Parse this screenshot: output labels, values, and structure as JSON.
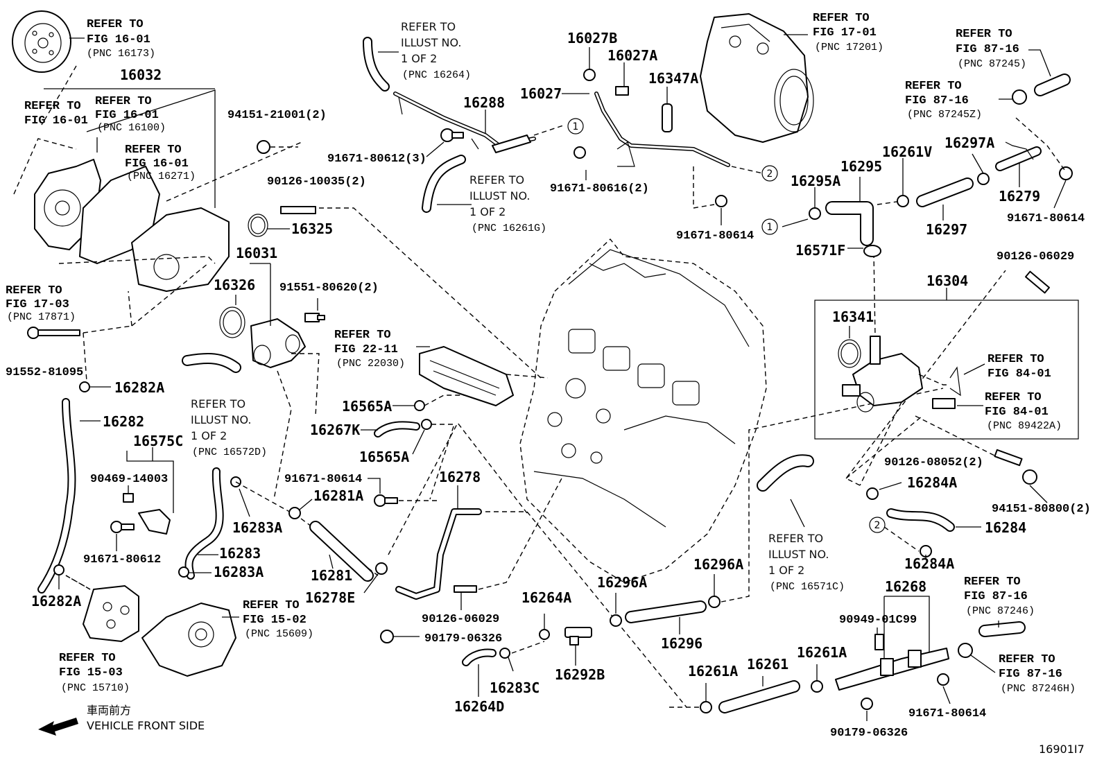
{
  "part_numbers": {
    "p16032": "16032",
    "p16031": "16031",
    "p16326": "16326",
    "p16325": "16325",
    "p16027B": "16027B",
    "p16027A": "16027A",
    "p16027": "16027",
    "p16347A": "16347A",
    "p16288": "16288",
    "p16295A": "16295A",
    "p16295": "16295",
    "p16261V": "16261V",
    "p16297A": "16297A",
    "p16297": "16297",
    "p16279": "16279",
    "p16571F": "16571F",
    "p16304": "16304",
    "p16341": "16341",
    "p16282A_top": "16282A",
    "p16282": "16282",
    "p16282A_bottom": "16282A",
    "p16575C": "16575C",
    "p16565A_top": "16565A",
    "p16267K": "16267K",
    "p16565A_bottom": "16565A",
    "p16278": "16278",
    "p16281A": "16281A",
    "p16281": "16281",
    "p16278E": "16278E",
    "p16283A_top": "16283A",
    "p16283": "16283",
    "p16283A_bottom": "16283A",
    "p16284A_top": "16284A",
    "p16284": "16284",
    "p16284A_bottom": "16284A",
    "p16296A_left": "16296A",
    "p16296A_right": "16296A",
    "p16296": "16296",
    "p16264A": "16264A",
    "p16292B": "16292B",
    "p16264D": "16264D",
    "p16283C": "16283C",
    "p16268": "16268",
    "p16261A_left": "16261A",
    "p16261": "16261",
    "p16261A_right": "16261A"
  },
  "fasteners": {
    "f94151_21001": "94151-21001(2)",
    "f90126_10035": "90126-10035(2)",
    "f91671_80612_3": "91671-80612(3)",
    "f91671_80616_2": "91671-80616(2)",
    "f91671_80614_mid": "91671-80614",
    "f91671_80614_right": "91671-80614",
    "f90126_06029_right": "90126-06029",
    "f91551_80620": "91551-80620(2)",
    "f91552_81095": "91552-81095",
    "f90469_14003": "90469-14003",
    "f91671_80612": "91671-80612",
    "f91671_80614_center": "91671-80614",
    "f90126_08052": "90126-08052(2)",
    "f94151_80800": "94151-80800(2)",
    "f90126_06029_center": "90126-06029",
    "f90179_06326_center": "90179-06326",
    "f90949_01C99": "90949-01C99",
    "f91671_80614_bottom": "91671-80614",
    "f90179_06326_bottom": "90179-06326"
  },
  "refer_labels": {
    "r1_l1": "REFER TO",
    "r1_l2": "FIG 16-01",
    "r1_pnc": "(PNC 16173)",
    "r2_l1": "REFER TO",
    "r2_l2": "FIG 16-01",
    "r3_l1": "REFER TO",
    "r3_l2": "FIG 16-01",
    "r3_pnc": "(PNC 16100)",
    "r4_l1": "REFER TO",
    "r4_l2": "FIG 16-01",
    "r4_pnc": "(PNC 16271)",
    "r5_l1": "REFER TO",
    "r5_l2": "FIG 17-03",
    "r5_pnc": "(PNC 17871)",
    "r6_l1": "REFER TO",
    "r6_l2": "FIG 17-01",
    "r6_pnc": "(PNC 17201)",
    "r7_l1": "REFER TO",
    "r7_l2": "FIG 87-16",
    "r7_pnc": "(PNC 87245)",
    "r8_l1": "REFER TO",
    "r8_l2": "FIG 87-16",
    "r8_pnc": "(PNC 87245Z)",
    "r9_l1": "REFER TO",
    "r9_l2": "FIG 22-11",
    "r9_pnc": "(PNC 22030)",
    "r10_l1": "REFER TO",
    "r10_l2": "FIG 84-01",
    "r11_l1": "REFER TO",
    "r11_l2": "FIG 84-01",
    "r11_pnc": "(PNC 89422A)",
    "r12_l1": "REFER TO",
    "r12_l2": "FIG 15-02",
    "r12_pnc": "(PNC 15609)",
    "r13_l1": "REFER TO",
    "r13_l2": "FIG 15-03",
    "r13_pnc": "(PNC 15710)",
    "r14_l1": "REFER TO",
    "r14_l2": "FIG 87-16",
    "r14_pnc": "(PNC 87246)",
    "r15_l1": "REFER TO",
    "r15_l2": "FIG 87-16",
    "r15_pnc": "(PNC 87246H)"
  },
  "illust_labels": {
    "i1_l1": "REFER TO",
    "i1_l2": "ILLUST NO.",
    "i1_l3": "1 OF 2",
    "i1_pnc": "(PNC 16264)",
    "i2_l1": "REFER TO",
    "i2_l2": "ILLUST NO.",
    "i2_l3": "1 OF 2",
    "i2_pnc": "(PNC 16261G)",
    "i3_l1": "REFER TO",
    "i3_l2": "ILLUST NO.",
    "i3_l3": "1 OF 2",
    "i3_pnc": "(PNC 16572D)",
    "i4_l1": "REFER TO",
    "i4_l2": "ILLUST NO.",
    "i4_l3": "1 OF 2",
    "i4_pnc": "(PNC 16571C)"
  },
  "circle_markers": {
    "c1a": "1",
    "c2a": "2",
    "c1b": "1",
    "c2b": "2"
  },
  "footer": {
    "direction_jp": "車両前方",
    "direction_en": "VEHICLE FRONT SIDE",
    "figure_id": "16901I7"
  }
}
